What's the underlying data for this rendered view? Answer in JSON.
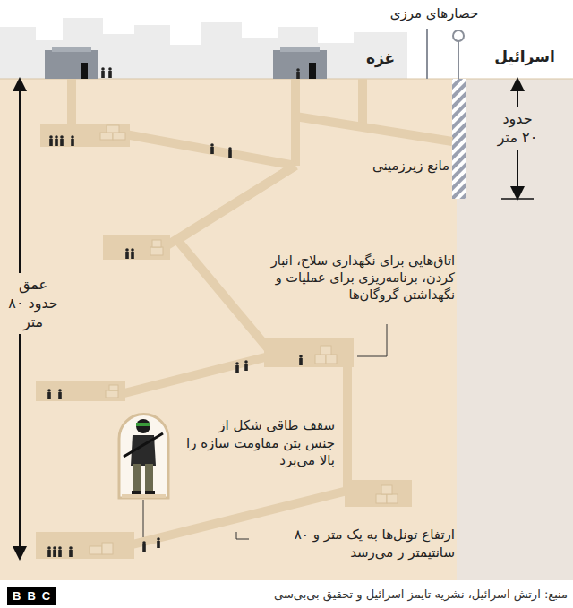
{
  "diagram": {
    "caption": "منبع: ارتش اسرائیل، نشریه تایمز اسرائیل و تحقیق بی‌بی‌سی",
    "labels": [
      "حصارهای مرزی",
      "غزه",
      "اسرائیل",
      "حدود ۲۰ متر",
      "مانع زیرزمینی",
      "عمق حدود ۸۰ متر",
      "اتاق‌هایی برای نگهداری سلاح، انبار کردن، برنامه‌ریزی برای عملیات و نگهداشتن گروگان‌ها",
      "سقف طاقی شکل از جنس بتن مقاومت سازه را بالا می‌برد",
      "ارتفاع تونل‌ها به یک متر و ۸۰ سانتیمتر ر می‌رسد",
      "BBC"
    ]
  }
}
